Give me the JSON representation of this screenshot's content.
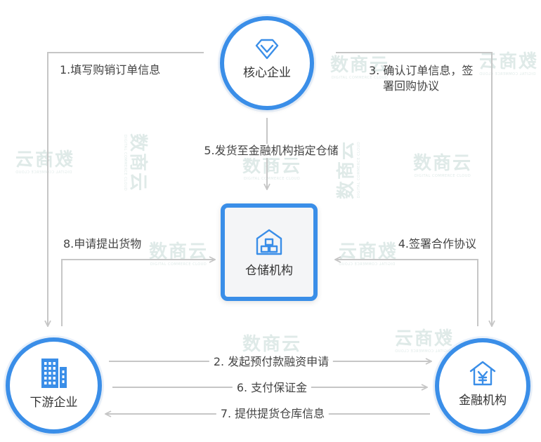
{
  "nodes": {
    "core": {
      "label": "核心企业",
      "icon": "diamond-icon"
    },
    "warehouse": {
      "label": "仓储机构",
      "icon": "warehouse-icon"
    },
    "downstream": {
      "label": "下游企业",
      "icon": "building-icon"
    },
    "finance": {
      "label": "金融机构",
      "icon": "yen-house-icon"
    }
  },
  "flows": {
    "step1": "1.填写购销订单信息",
    "step2": "2. 发起预付款融资申请",
    "step3": [
      "3. 确认订单信息，签",
      "署回购协议"
    ],
    "step4": "4.签署合作协议",
    "step5": "5.发货至金融机构指定仓储",
    "step6": "6. 支付保证金",
    "step7": "7. 提供提货仓库信息",
    "step8": "8.申请提出货物"
  },
  "watermark": {
    "text": "数商云",
    "subtext": "DIGITAL COMMERCE CLOUD"
  },
  "colors": {
    "accent": "#3a8ee8",
    "line": "#c6c6c6",
    "text": "#333333",
    "label": "#444444"
  }
}
